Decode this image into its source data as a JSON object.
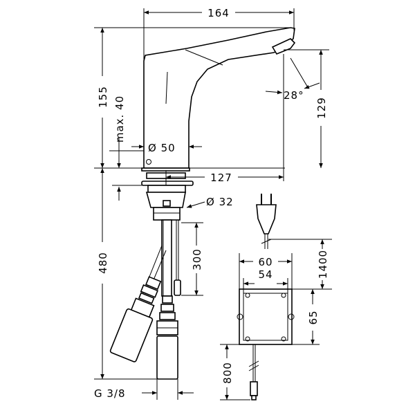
{
  "dimensions": {
    "spout_length": "164",
    "overall_height": "155",
    "max_height": "max. 40",
    "spout_height": "129",
    "spout_angle": "28°",
    "base_diameter": "Ø 50",
    "reach": "127",
    "hole_diameter": "Ø 32",
    "below_deck_length": "480",
    "sensor_cable": "300",
    "thread": "G 3/8",
    "plug_cable": "1400",
    "box_width_outer": "60",
    "box_width_inner": "54",
    "box_height": "65",
    "box_cable": "800"
  }
}
